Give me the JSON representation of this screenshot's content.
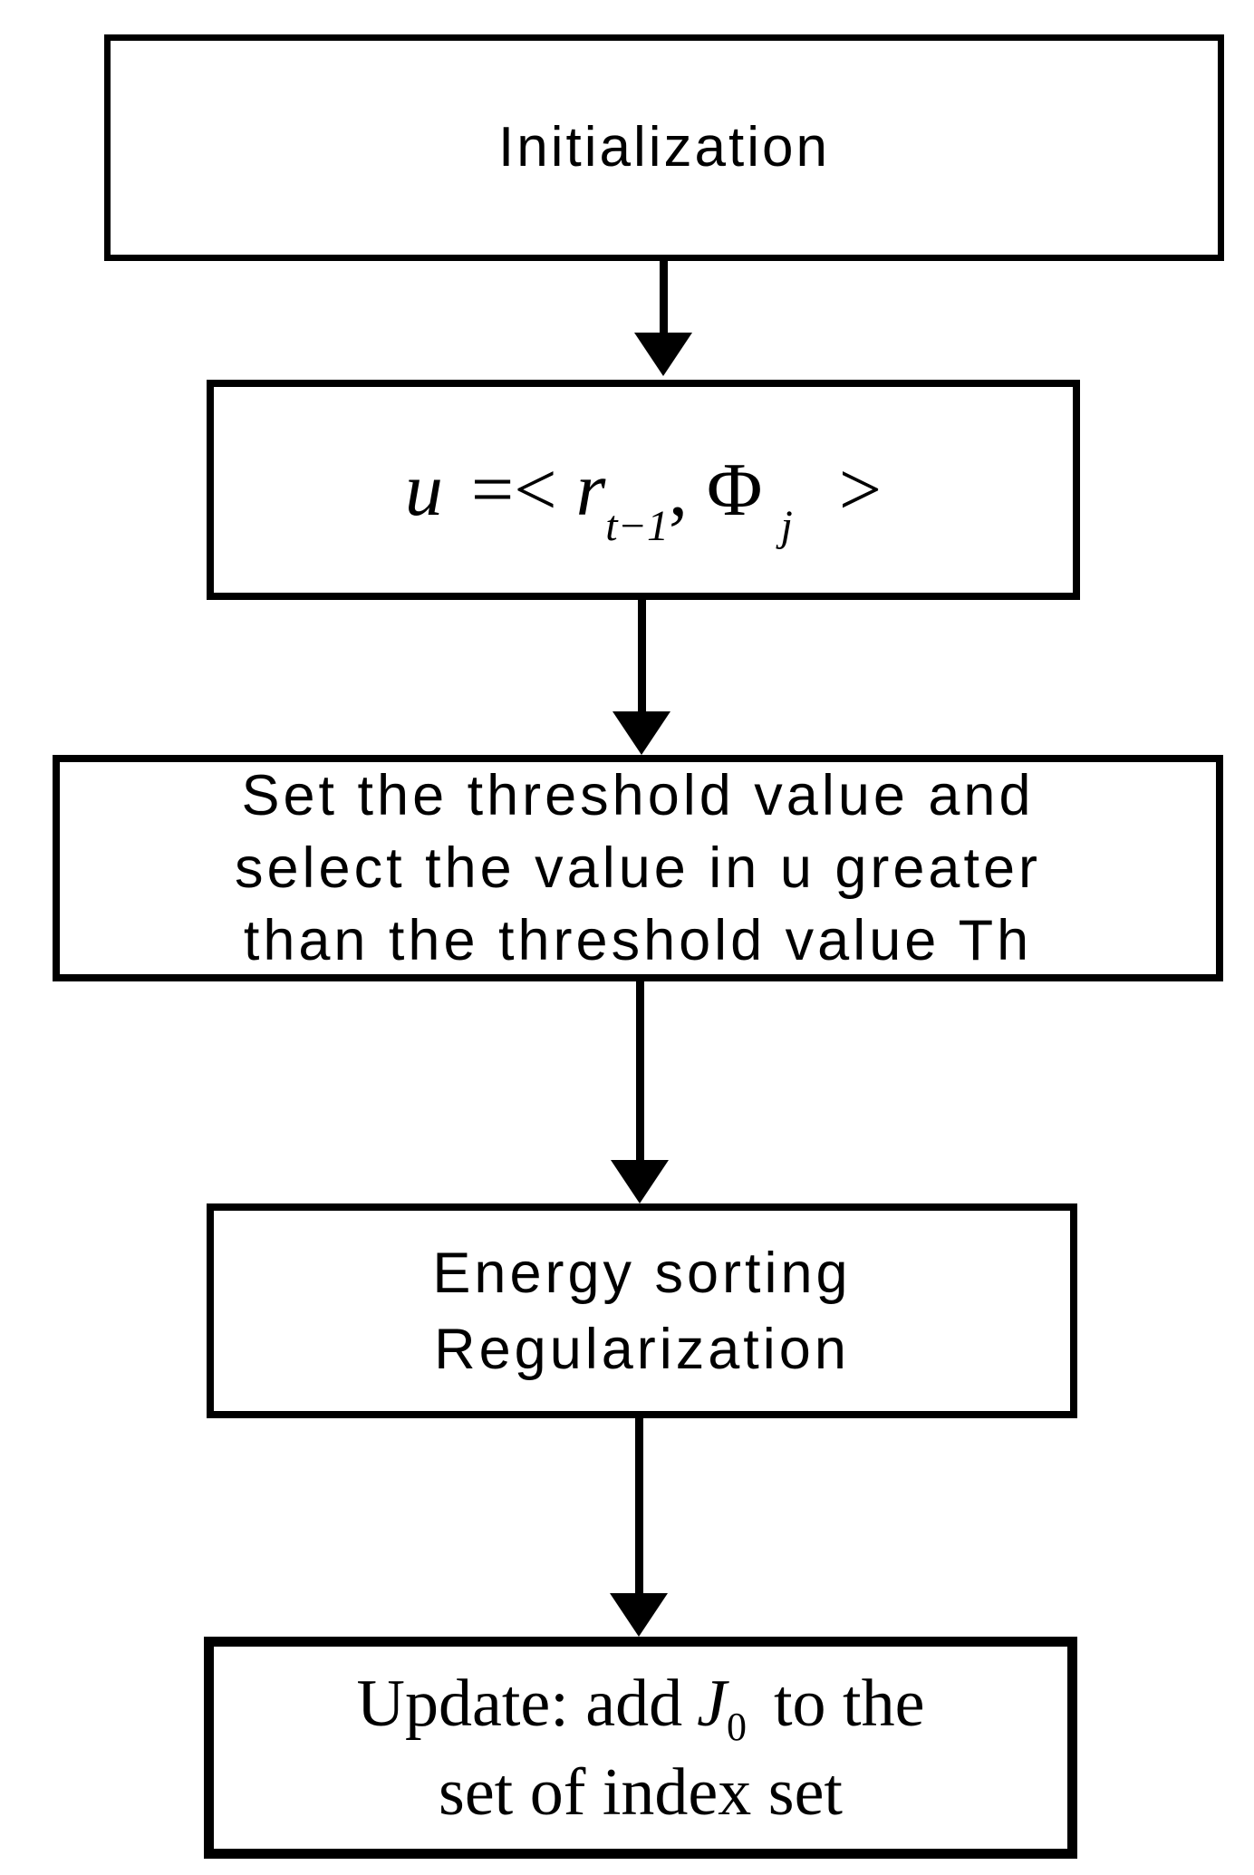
{
  "diagram": {
    "type": "flowchart",
    "direction": "top-down",
    "ink_color": "#000000",
    "background_color": "#ffffff",
    "nodes": [
      {
        "id": "initialization",
        "label": "Initialization"
      },
      {
        "id": "inner-product",
        "formula": {
          "u": "u",
          "rel": "=<",
          "r": "r",
          "r_sub": "t−1",
          "comma": ",",
          "phi": "Φ",
          "phi_sub": "j",
          "close": ">"
        }
      },
      {
        "id": "threshold-select",
        "lines": [
          "Set the threshold value and",
          "select the value in u greater",
          "than the threshold value Th"
        ]
      },
      {
        "id": "energy-sorting",
        "lines": [
          "Energy sorting",
          "Regularization"
        ]
      },
      {
        "id": "update-index-set",
        "line1_prefix": "Update: add",
        "j_var": "J",
        "j_sub": "0",
        "line1_suffix": "to the",
        "line2": "set of index set"
      }
    ],
    "edges": [
      {
        "from": "initialization",
        "to": "inner-product"
      },
      {
        "from": "inner-product",
        "to": "threshold-select"
      },
      {
        "from": "threshold-select",
        "to": "energy-sorting"
      },
      {
        "from": "energy-sorting",
        "to": "update-index-set"
      }
    ]
  }
}
